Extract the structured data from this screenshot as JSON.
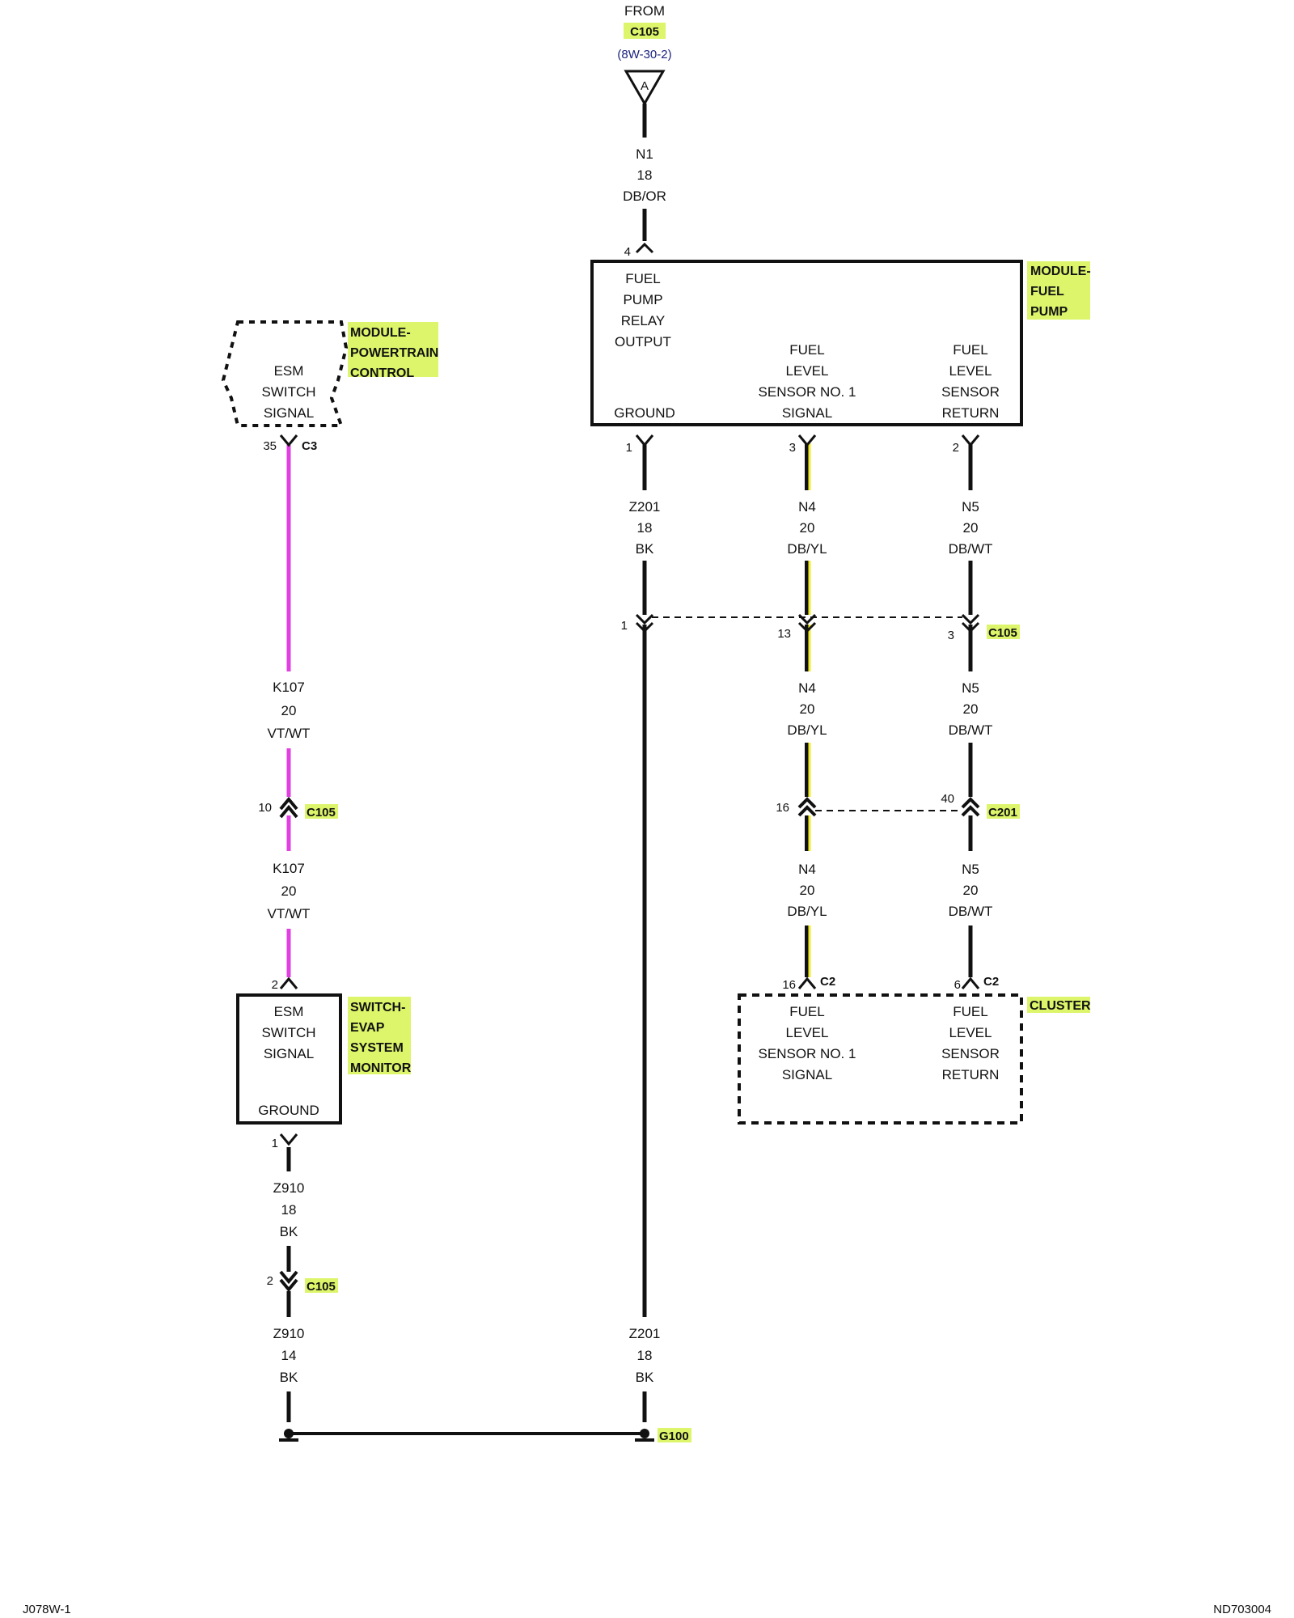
{
  "colors": {
    "wire_black": "#111111",
    "wire_violet": "#e040e0",
    "wire_yellow": "#f2ee2e",
    "label_highlight": "#dcf56a",
    "page_ref": "#1a237e"
  },
  "from": {
    "label": "FROM",
    "connector": "C105",
    "page_ref": "(8W-30-2)",
    "terminal": "A"
  },
  "wire_n1": {
    "circuit": "N1",
    "gauge": "18",
    "color": "DB/OR"
  },
  "fuel_pump_module": {
    "name_lines": [
      "MODULE-",
      "FUEL",
      "PUMP"
    ],
    "input_pin": "4",
    "relay_output_lines": [
      "FUEL",
      "PUMP",
      "RELAY",
      "OUTPUT"
    ],
    "ground_label": "GROUND",
    "signal_lines": [
      "FUEL",
      "LEVEL",
      "SENSOR NO. 1",
      "SIGNAL"
    ],
    "return_lines": [
      "FUEL",
      "LEVEL",
      "SENSOR",
      "RETURN"
    ],
    "pins": {
      "ground": "1",
      "signal": "3",
      "return": "2"
    }
  },
  "pcm": {
    "name_lines": [
      "MODULE-",
      "POWERTRAIN",
      "CONTROL"
    ],
    "signal_lines": [
      "ESM",
      "SWITCH",
      "SIGNAL"
    ],
    "pin": "35",
    "connector": "C3"
  },
  "wire_k107_upper": {
    "circuit": "K107",
    "gauge": "20",
    "color": "VT/WT"
  },
  "c105_k107": {
    "pin": "10",
    "connector": "C105"
  },
  "wire_k107_lower": {
    "circuit": "K107",
    "gauge": "20",
    "color": "VT/WT"
  },
  "evap_switch": {
    "input_pin": "2",
    "name_lines": [
      "SWITCH-",
      "EVAP",
      "SYSTEM",
      "MONITOR"
    ],
    "signal_lines": [
      "ESM",
      "SWITCH",
      "SIGNAL"
    ],
    "ground_label": "GROUND",
    "ground_pin": "1"
  },
  "wire_z910_upper": {
    "circuit": "Z910",
    "gauge": "18",
    "color": "BK"
  },
  "c105_z910": {
    "pin": "2",
    "connector": "C105"
  },
  "wire_z910_lower": {
    "circuit": "Z910",
    "gauge": "14",
    "color": "BK"
  },
  "wire_z201_upper": {
    "circuit": "Z201",
    "gauge": "18",
    "color": "BK"
  },
  "wire_n4_1": {
    "circuit": "N4",
    "gauge": "20",
    "color": "DB/YL"
  },
  "wire_n5_1": {
    "circuit": "N5",
    "gauge": "20",
    "color": "DB/WT"
  },
  "c105_main": {
    "pin_z201": "1",
    "pin_n4": "13",
    "pin_n5": "3",
    "connector": "C105"
  },
  "wire_n4_2": {
    "circuit": "N4",
    "gauge": "20",
    "color": "DB/YL"
  },
  "wire_n5_2": {
    "circuit": "N5",
    "gauge": "20",
    "color": "DB/WT"
  },
  "c201": {
    "pin_n4": "16",
    "pin_n5": "40",
    "connector": "C201"
  },
  "wire_n4_3": {
    "circuit": "N4",
    "gauge": "20",
    "color": "DB/YL"
  },
  "wire_n5_3": {
    "circuit": "N5",
    "gauge": "20",
    "color": "DB/WT"
  },
  "cluster": {
    "name": "CLUSTER",
    "pin_signal": "16",
    "pin_return": "6",
    "connector": "C2",
    "signal_lines": [
      "FUEL",
      "LEVEL",
      "SENSOR NO. 1",
      "SIGNAL"
    ],
    "return_lines": [
      "FUEL",
      "LEVEL",
      "SENSOR",
      "RETURN"
    ]
  },
  "wire_z201_lower": {
    "circuit": "Z201",
    "gauge": "18",
    "color": "BK"
  },
  "ground": {
    "name": "G100"
  },
  "footer": {
    "left": "J078W-1",
    "right": "ND703004"
  }
}
